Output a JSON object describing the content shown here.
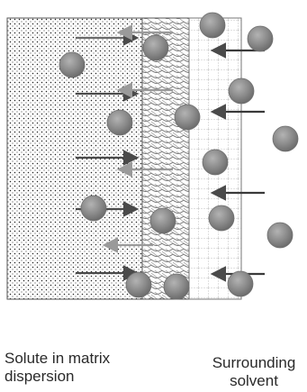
{
  "labels": {
    "matrix_line1": "Solute in matrix",
    "matrix_line2": "dispersion",
    "solvent_line1": "Surrounding",
    "solvent_line2": "solvent"
  },
  "legend_regions": [
    "dotted-matrix",
    "swelling-crosshatch-layer",
    "gel-grid-layer",
    "bulk-solvent"
  ],
  "colors": {
    "particle_fill": "#8c8c8c",
    "particle_edge": "#6e6e6e",
    "dark_arrow": "#4a4a4a",
    "light_arrow": "#9a9a9a",
    "region_border": "#555555"
  }
}
